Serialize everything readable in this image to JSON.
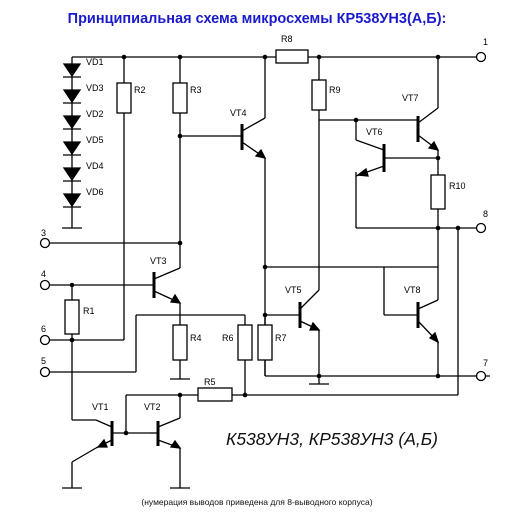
{
  "title": "Принципиальная схема микросхемы КР538УН3(А,Б):",
  "subtitle": "К538УН3, КР538УН3 (А,Б)",
  "footnote": "(нумерация выводов приведена для 8-выводного корпуса)",
  "diodes": [
    "VD1",
    "VD3",
    "VD2",
    "VD5",
    "VD4",
    "VD6"
  ],
  "transistors": [
    "VT1",
    "VT2",
    "VT3",
    "VT4",
    "VT5",
    "VT6",
    "VT7",
    "VT8"
  ],
  "resistors": [
    "R1",
    "R2",
    "R3",
    "R4",
    "R5",
    "R6",
    "R7",
    "R8",
    "R9",
    "R10"
  ],
  "pins": [
    "1",
    "3",
    "4",
    "6",
    "5",
    "8",
    "7"
  ],
  "colors": {
    "title": "#1a1acc",
    "lines": "#000000"
  }
}
